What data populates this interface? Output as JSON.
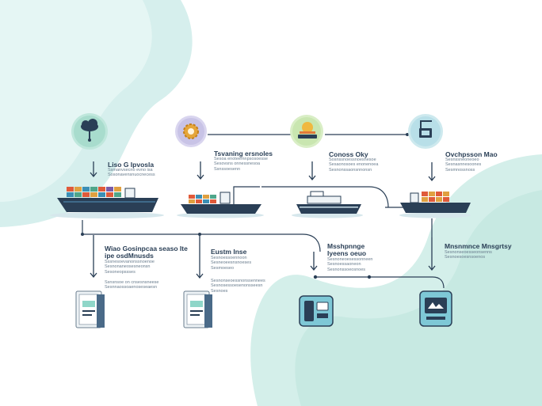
{
  "stages": [
    {
      "title": "Liso G Ipvosla",
      "desc": [
        "Ssmanvsecno evno isa",
        "Sosonavensnuocnecess"
      ]
    },
    {
      "title": "Tsvaning ersnoles",
      "desc": [
        "Sesoa enoteemnpsosoesse",
        "Sesovsns onnessnesoa",
        "Ssnssoesenn"
      ]
    },
    {
      "title": "Conoss Oky",
      "desc": [
        "Sosnssnoessnoesnesoe",
        "Sesaonosoes enonenoea",
        "Sesnonssaonsnnonsn"
      ]
    },
    {
      "title": "Ovchpsson Mao",
      "desc": [
        "Sesnssneoneoeo",
        "Sesnasnnesoones",
        "Sesmnossnoss"
      ]
    }
  ],
  "notes": [
    {
      "title": "Wiao Gosinpcaa seaso Ite",
      "title2": "ipe osdMnusds",
      "desc": [
        "Sssnesoevanonssnoenoe",
        "Sesnonaneosesneonsn",
        "Sesoneopssses"
      ],
      "desc2": [
        "Ssnsnsoe on cnsesnsneese",
        "Sesnnaossoaenoseseaesn"
      ]
    },
    {
      "title": "Eustm Inse",
      "desc": [
        "Sesnoessoennoon",
        "Sesneoeesnsnoeses",
        "Sesmoeseo"
      ],
      "desc2": [
        "Sesnonseoessnonssennees",
        "Sesnosessoesenonsseesn",
        "Sesnoes"
      ]
    },
    {
      "title": "Msshpnnge",
      "title2": "Iyeens oeuo",
      "desc": [
        "Sesnoneoesessonneen",
        "Sesnoessaoneon",
        "Sesnonssoeosnoes"
      ]
    },
    {
      "title": "Mnsnmnce Mnsgrtsy",
      "desc": [
        "Sesnonseoesseonsenns",
        "Sesnoesoesnsoenos"
      ]
    }
  ],
  "colors": {
    "navy": "#2a3f56",
    "teal": "#8fd6c8",
    "water": "#cdecea",
    "accent": "#e0a040"
  }
}
